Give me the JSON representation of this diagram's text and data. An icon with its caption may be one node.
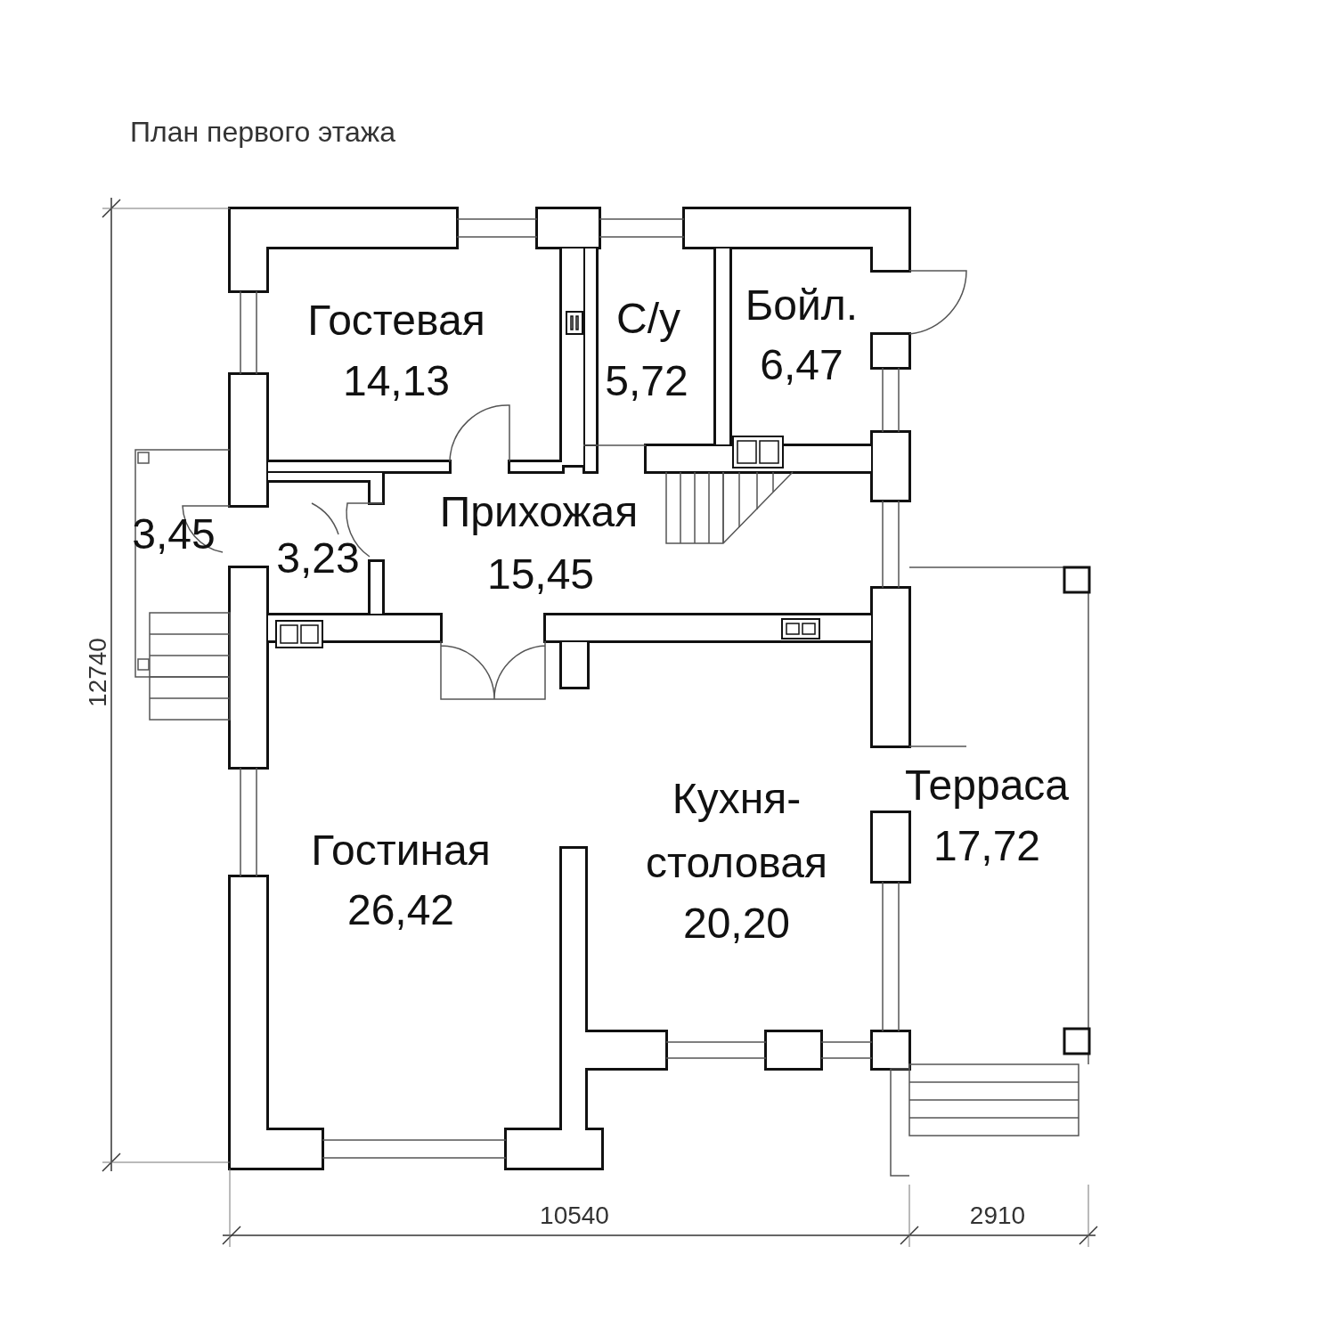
{
  "diagram": {
    "title": "План первого этажа",
    "labels": [
      "Гостевая",
      "14,13",
      "С/у",
      "5,72",
      "Бойл.",
      "6,47",
      "3,45",
      "Прихожая",
      "3,23",
      "15,45",
      "12740",
      "Терраса",
      "Кухня-столовая",
      "Гостиная",
      "17,72",
      "20,20",
      "26,42",
      "10540",
      "2910"
    ]
  }
}
